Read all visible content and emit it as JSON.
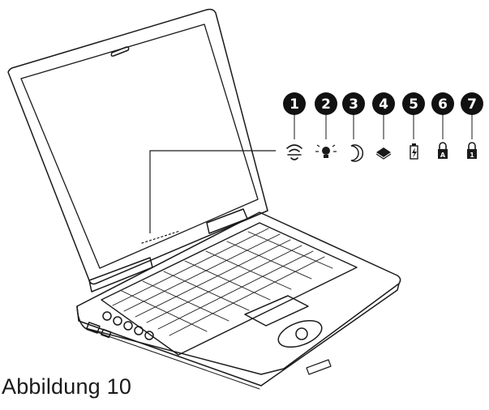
{
  "figure": {
    "caption": "Abbildung 10",
    "line_color": "#1a1a1a",
    "callouts": [
      {
        "number": "1",
        "icon": "wireless-icon"
      },
      {
        "number": "2",
        "icon": "power-light-icon"
      },
      {
        "number": "3",
        "icon": "sleep-moon-icon"
      },
      {
        "number": "4",
        "icon": "media-activity-icon"
      },
      {
        "number": "5",
        "icon": "battery-charge-icon"
      },
      {
        "number": "6",
        "icon": "caps-lock-icon",
        "glyph": "A"
      },
      {
        "number": "7",
        "icon": "num-lock-icon",
        "glyph": "1"
      }
    ]
  }
}
